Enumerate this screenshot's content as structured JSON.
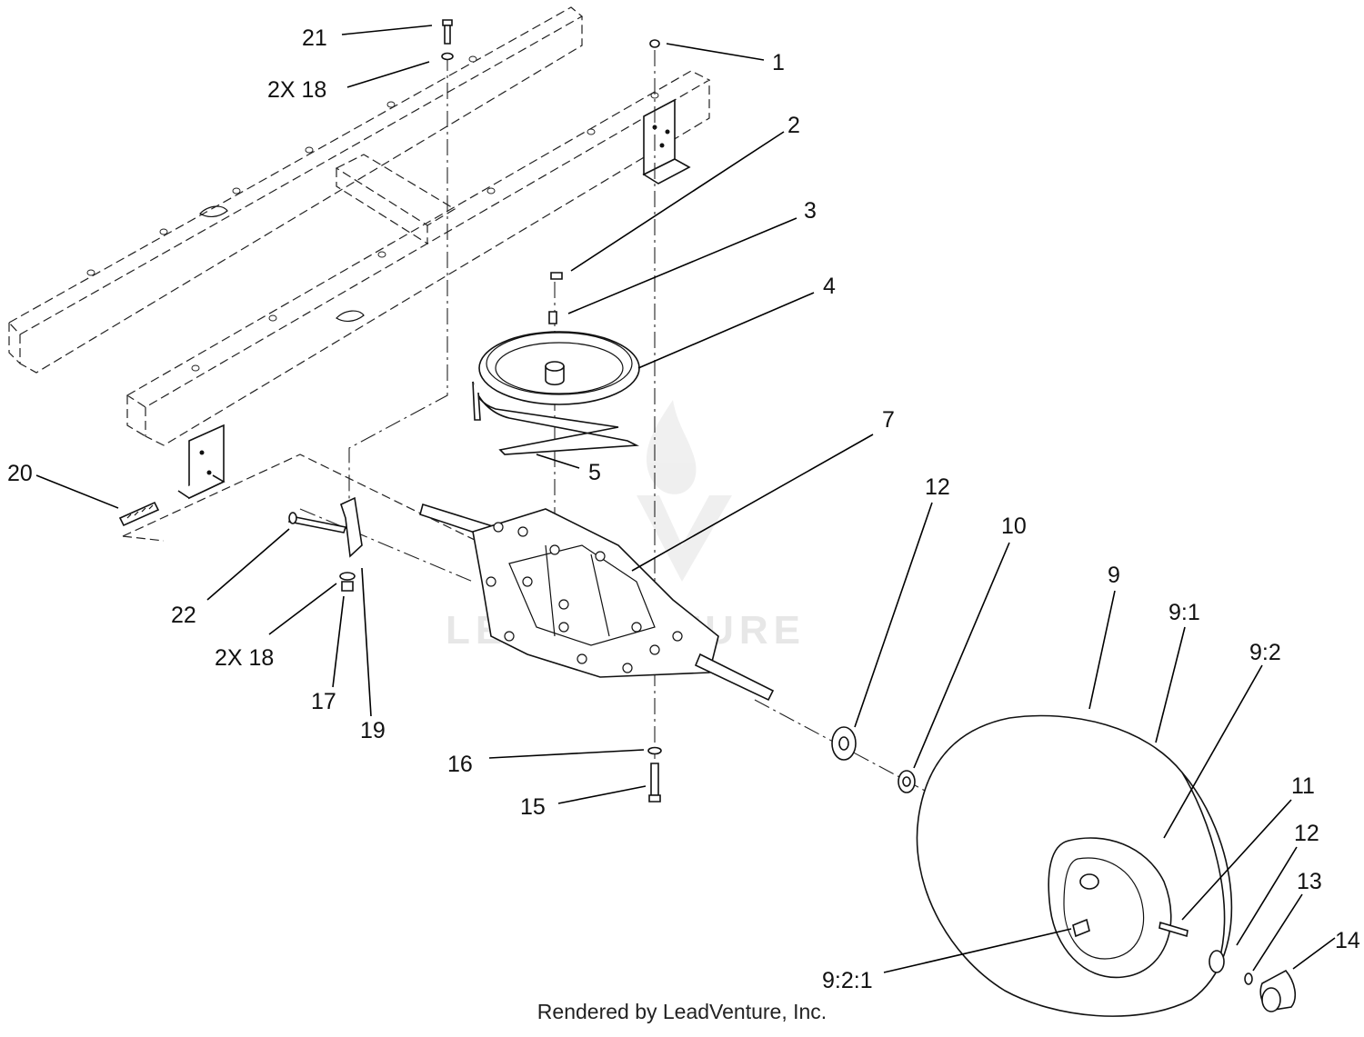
{
  "diagram": {
    "footer_text": "Rendered by LeadVenture, Inc.",
    "watermark_text": "LEADVENTURE",
    "callouts": [
      {
        "id": "c1",
        "label": "1"
      },
      {
        "id": "c2",
        "label": "2"
      },
      {
        "id": "c3",
        "label": "3"
      },
      {
        "id": "c4",
        "label": "4"
      },
      {
        "id": "c5",
        "label": "5"
      },
      {
        "id": "c7",
        "label": "7"
      },
      {
        "id": "c9",
        "label": "9"
      },
      {
        "id": "c9_1",
        "label": "9:1"
      },
      {
        "id": "c9_2",
        "label": "9:2"
      },
      {
        "id": "c9_2_1",
        "label": "9:2:1"
      },
      {
        "id": "c10",
        "label": "10"
      },
      {
        "id": "c11",
        "label": "11"
      },
      {
        "id": "c12a",
        "label": "12"
      },
      {
        "id": "c12b",
        "label": "12"
      },
      {
        "id": "c13",
        "label": "13"
      },
      {
        "id": "c14",
        "label": "14"
      },
      {
        "id": "c15",
        "label": "15"
      },
      {
        "id": "c16",
        "label": "16"
      },
      {
        "id": "c17",
        "label": "17"
      },
      {
        "id": "c18a",
        "label": "2X 18"
      },
      {
        "id": "c18b",
        "label": "2X 18"
      },
      {
        "id": "c19",
        "label": "19"
      },
      {
        "id": "c20",
        "label": "20"
      },
      {
        "id": "c21",
        "label": "21"
      },
      {
        "id": "c22",
        "label": "22"
      }
    ]
  }
}
